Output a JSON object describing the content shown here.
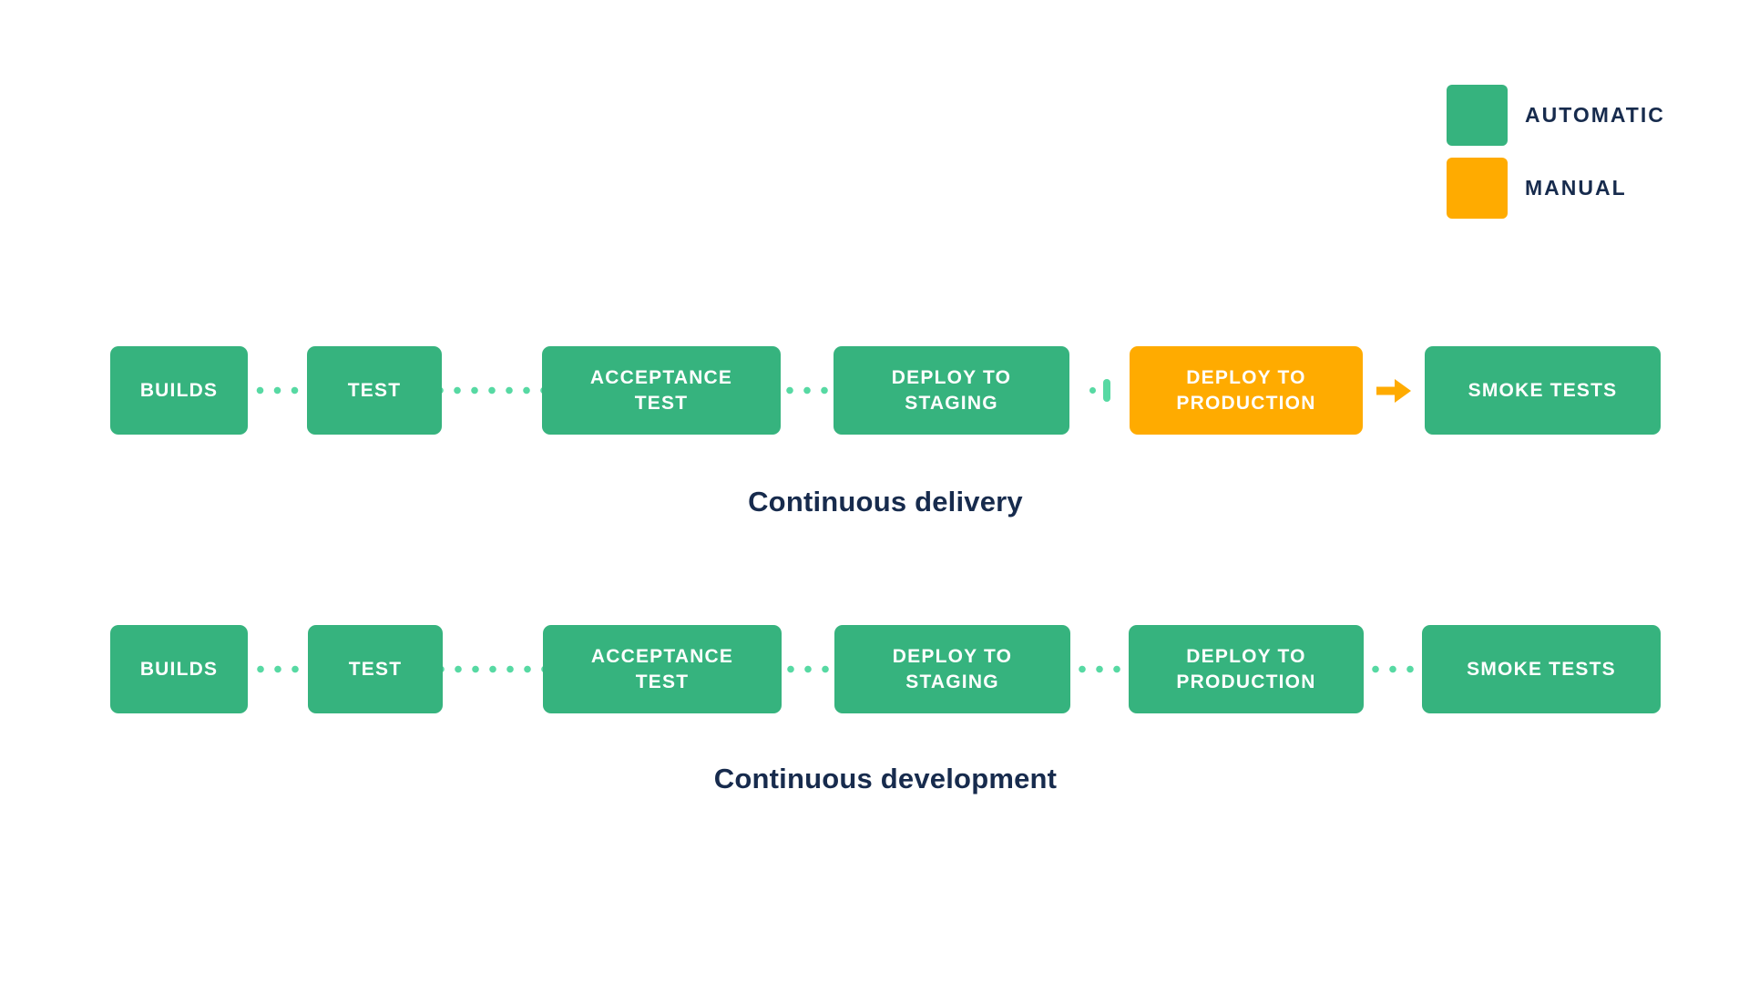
{
  "colors": {
    "automatic": "#36B37E",
    "manual": "#FFAB00",
    "connector_dot": "#57D9A3",
    "text_dark": "#172B4D",
    "stage_text": "#FFFFFF",
    "background": "#FFFFFF"
  },
  "legend": {
    "items": [
      {
        "label": "AUTOMATIC",
        "type": "automatic"
      },
      {
        "label": "MANUAL",
        "type": "manual"
      }
    ]
  },
  "pipelines": [
    {
      "caption": "Continuous delivery",
      "stages": [
        {
          "label": "BUILDS",
          "lines": [
            "BUILDS"
          ],
          "type": "automatic"
        },
        {
          "label": "TEST",
          "lines": [
            "TEST"
          ],
          "type": "automatic"
        },
        {
          "label": "ACCEPTANCE TEST",
          "lines": [
            "ACCEPTANCE",
            "TEST"
          ],
          "type": "automatic"
        },
        {
          "label": "DEPLOY TO STAGING",
          "lines": [
            "DEPLOY TO",
            "STAGING"
          ],
          "type": "automatic"
        },
        {
          "label": "DEPLOY TO PRODUCTION",
          "lines": [
            "DEPLOY TO",
            "PRODUCTION"
          ],
          "type": "manual"
        },
        {
          "label": "SMOKE TESTS",
          "lines": [
            "SMOKE TESTS"
          ],
          "type": "automatic"
        }
      ],
      "connectors": [
        "dotted",
        "dotted",
        "dotted",
        "pause",
        "arrow"
      ]
    },
    {
      "caption": "Continuous development",
      "stages": [
        {
          "label": "BUILDS",
          "lines": [
            "BUILDS"
          ],
          "type": "automatic"
        },
        {
          "label": "TEST",
          "lines": [
            "TEST"
          ],
          "type": "automatic"
        },
        {
          "label": "ACCEPTANCE TEST",
          "lines": [
            "ACCEPTANCE",
            "TEST"
          ],
          "type": "automatic"
        },
        {
          "label": "DEPLOY TO STAGING",
          "lines": [
            "DEPLOY TO",
            "STAGING"
          ],
          "type": "automatic"
        },
        {
          "label": "DEPLOY TO PRODUCTION",
          "lines": [
            "DEPLOY TO",
            "PRODUCTION"
          ],
          "type": "automatic"
        },
        {
          "label": "SMOKE TESTS",
          "lines": [
            "SMOKE TESTS"
          ],
          "type": "automatic"
        }
      ],
      "connectors": [
        "dotted",
        "dotted",
        "dotted",
        "dotted",
        "dotted"
      ]
    }
  ]
}
